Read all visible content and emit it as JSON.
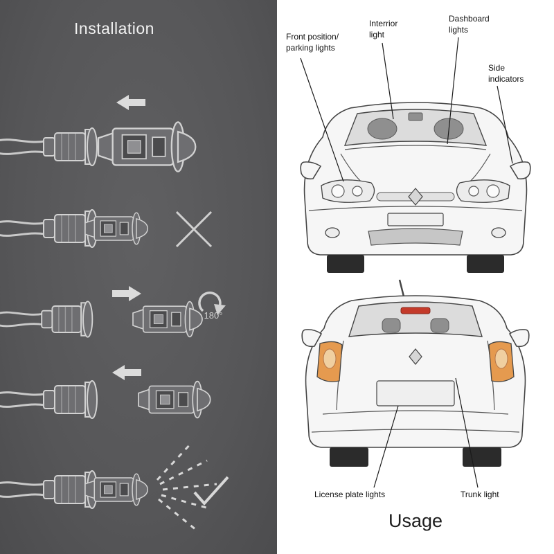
{
  "panels": {
    "installation": {
      "title": "Installation",
      "rotation_label": "180°",
      "steps": [
        "insert-bulb-into-socket",
        "bulb-not-working",
        "remove-and-rotate-180",
        "reinsert-bulb",
        "bulb-working"
      ]
    },
    "usage": {
      "title": "Usage",
      "labels": {
        "front_position": "Front position/\nparking lights",
        "interior": "Interrior\nlight",
        "dashboard": "Dashboard\nlights",
        "side_indicators": "Side\nindicators",
        "license_plate": "License plate lights",
        "trunk": "Trunk light"
      }
    }
  },
  "colors": {
    "panel_bg": "#565658",
    "line_art": "#d2d2d2",
    "taillight_orange": "#e59a4f",
    "brake_light_red": "#c43a2a",
    "callout_line": "#1a1a1a"
  }
}
